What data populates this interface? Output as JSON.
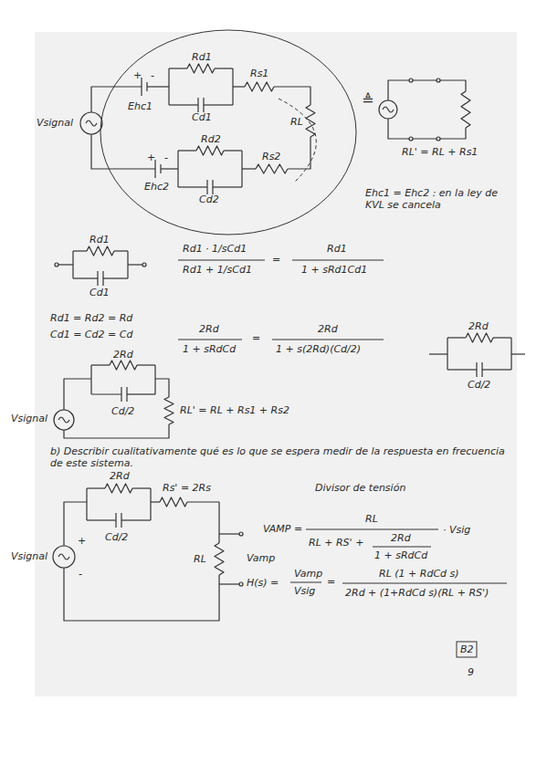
{
  "diagram": {
    "labels": [
      "+",
      "-",
      "Rd1",
      "Rs1",
      "Vsignal",
      "Ehc1",
      "Cd1",
      "RL",
      "≜",
      "Rd2",
      "Rs2",
      "+",
      "-",
      "Ehc2",
      "Cd2",
      "RL' = RL + Rs1",
      "Ehc1 = Ehc2 : en la ley de KVL se cancela",
      "Rd1",
      "Cd1",
      "Rd1 · 1/sCd1",
      "Rd1 + 1/sCd1",
      "=",
      "Rd1",
      "1 + sRd1Cd1",
      "Rd1 = Rd2 = Rd",
      "Cd1 = Cd2 = Cd",
      "2Rd",
      "1 + sRdCd",
      "=",
      "2Rd",
      "1 + s(2Rd)(Cd/2)",
      "2Rd",
      "Cd/2",
      "2Rd",
      "Cd/2",
      "Vsignal",
      "RL' = RL + Rs1 + Rs2",
      "b) Describir cualitativamente qué es lo que se espera medir de la respuesta en frecuencia de este sistema.",
      "2Rd",
      "Rs' = 2Rs",
      "Cd/2",
      "Vsignal",
      "+",
      "-",
      "RL",
      "Vamp",
      "Divisor de tensión",
      "VAMP =",
      "RL",
      "RL + RS' +",
      "2Rd",
      "1 + sRdCd",
      "· Vsig",
      "H(s) =",
      "Vamp",
      "Vsig",
      "=",
      "RL (1 + RdCd s)",
      "2Rd + (1+RdCd s)(RL + RS')",
      "B2",
      "9"
    ]
  }
}
